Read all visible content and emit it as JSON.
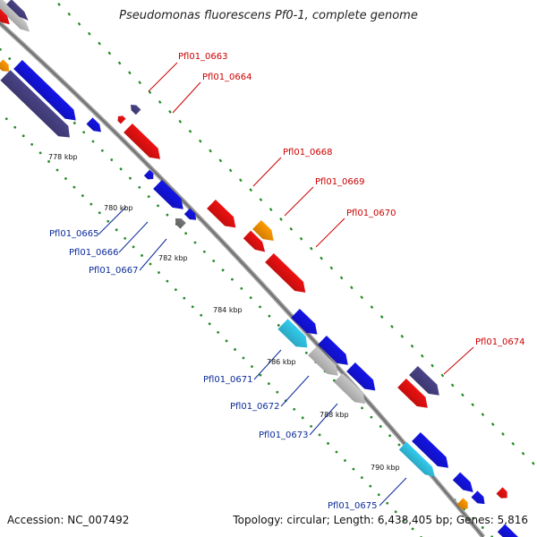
{
  "title": "Pseudomonas fluorescens Pf0-1, complete genome",
  "footer": {
    "accession": "Accession: NC_007492",
    "summary": "Topology: circular; Length: 6,438,405 bp; Genes: 5,816"
  },
  "colors": {
    "backbone": "#8c8c8c",
    "tick_dots": "#2a8a2a",
    "tick_dashes": "#228b22",
    "forward_label": "#cc0000",
    "reverse_label": "#0a2a9a",
    "blue": "#1414e8",
    "red": "#ee1111",
    "navy": "#4a4488",
    "orange": "#ff9900",
    "grey": "#777777",
    "light_grey": "#c8c8c8",
    "cyan": "#33ccee"
  },
  "scale_ticks": [
    "778 kbp",
    "780 kbp",
    "782 kbp",
    "784 kbp",
    "786 kbp",
    "788 kbp",
    "790 kbp"
  ],
  "gene_labels": {
    "forward": [
      "Pfl01_0663",
      "Pfl01_0664",
      "Pfl01_0668",
      "Pfl01_0669",
      "Pfl01_0670",
      "Pfl01_0674"
    ],
    "reverse": [
      "Pfl01_0665",
      "Pfl01_0666",
      "Pfl01_0667",
      "Pfl01_0671",
      "Pfl01_0672",
      "Pfl01_0673",
      "Pfl01_0675"
    ]
  }
}
